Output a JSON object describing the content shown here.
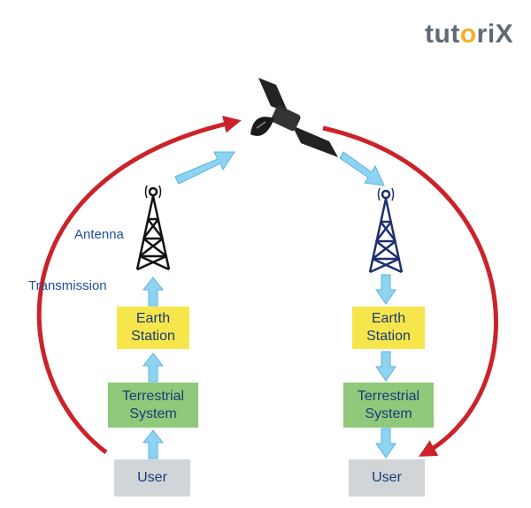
{
  "logo": {
    "text_pre": "tut",
    "text_dot": "o",
    "text_post": "ri",
    "text_end": "X"
  },
  "labels": {
    "antenna": "Antenna",
    "transmission": "Transmission"
  },
  "left": {
    "earth_line1": "Earth",
    "earth_line2": "Station",
    "terr_line1": "Terrestrial",
    "terr_line2": "System",
    "user": "User"
  },
  "right": {
    "earth_line1": "Earth",
    "earth_line2": "Station",
    "terr_line1": "Terrestrial",
    "terr_line2": "System",
    "user": "User"
  },
  "colors": {
    "loop": "#cc2229",
    "flow_arrow": "#8ed3f1",
    "flow_arrow_edge": "#5bb3e0",
    "earth_station": "#f7e64b",
    "terrestrial": "#8fc97a",
    "user": "#d2d5d8",
    "left_tower": "#111111",
    "right_tower": "#1e2f6b"
  },
  "icons": [
    "satellite-icon",
    "antenna-tower-icon"
  ]
}
